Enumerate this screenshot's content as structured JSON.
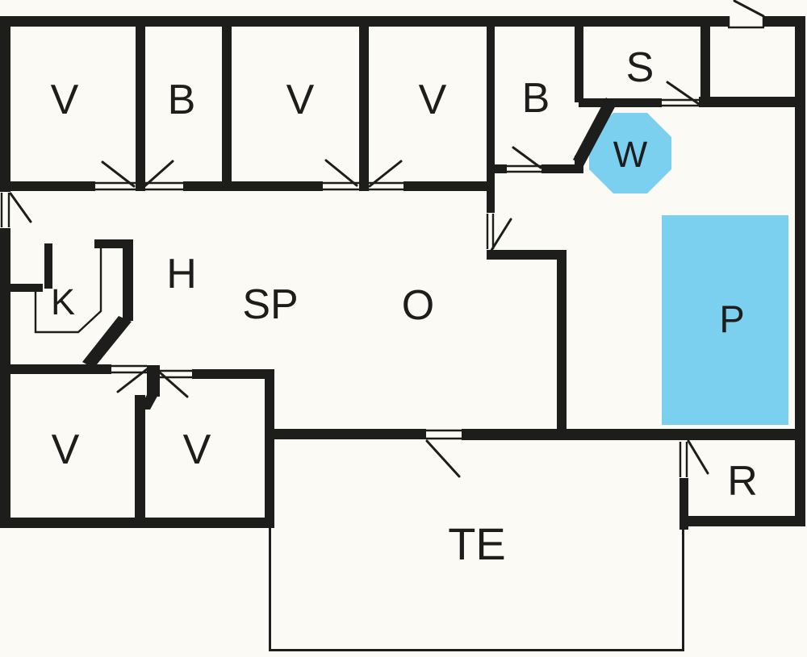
{
  "colors": {
    "wall": "#1d1d1b",
    "background": "#fbfaf5",
    "water": "#7bd0f0"
  },
  "rooms": {
    "v1": {
      "label": "V"
    },
    "b1": {
      "label": "B"
    },
    "v2": {
      "label": "V"
    },
    "v3": {
      "label": "V"
    },
    "b2": {
      "label": "B"
    },
    "s": {
      "label": "S"
    },
    "w": {
      "label": "W"
    },
    "k": {
      "label": "K"
    },
    "h": {
      "label": "H"
    },
    "sp": {
      "label": "SP"
    },
    "o": {
      "label": "O"
    },
    "p": {
      "label": "P"
    },
    "v4": {
      "label": "V"
    },
    "v5": {
      "label": "V"
    },
    "r": {
      "label": "R"
    },
    "te": {
      "label": "TE"
    }
  }
}
